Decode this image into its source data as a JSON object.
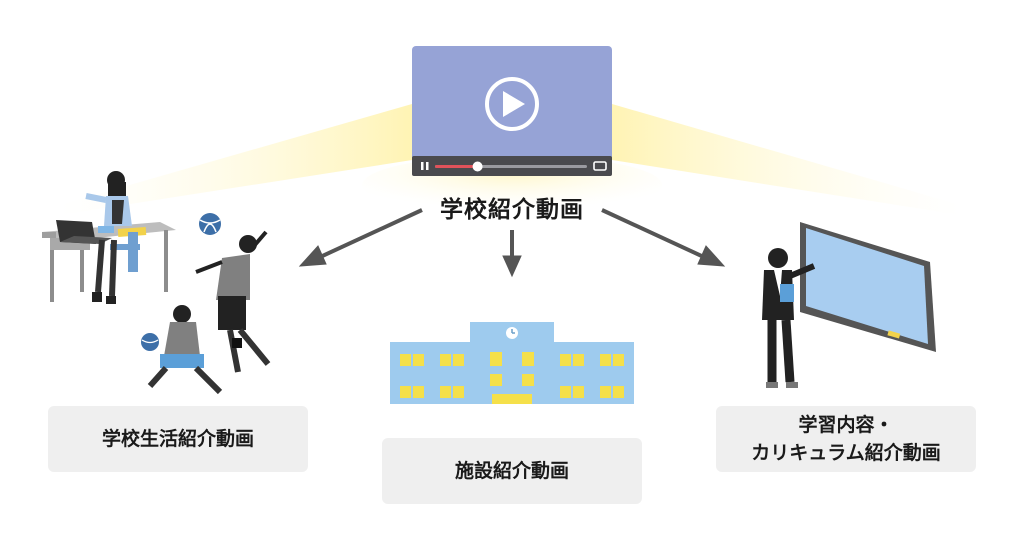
{
  "center": {
    "title": "学校紹介動画"
  },
  "categories": [
    {
      "id": "school-life",
      "label_lines": [
        "学校生活紹介動画"
      ]
    },
    {
      "id": "facilities",
      "label_lines": [
        "施設紹介動画"
      ]
    },
    {
      "id": "curriculum",
      "label_lines": [
        "学習内容・",
        "カリキュラム紹介動画"
      ]
    }
  ],
  "video_player": {
    "icons": [
      "play-icon",
      "pause-icon",
      "fullscreen-icon"
    ],
    "progress_fraction": 0.28
  },
  "colors": {
    "player_screen": "#96a3d6",
    "player_bar": "#4a4a4e",
    "progress": "#e0525a",
    "glow": "#fff4b8",
    "arrow": "#555555",
    "label_bg": "#efefef",
    "building": "#9ecbee",
    "window": "#f5e04a",
    "blackboard": "#a8cdf0"
  }
}
